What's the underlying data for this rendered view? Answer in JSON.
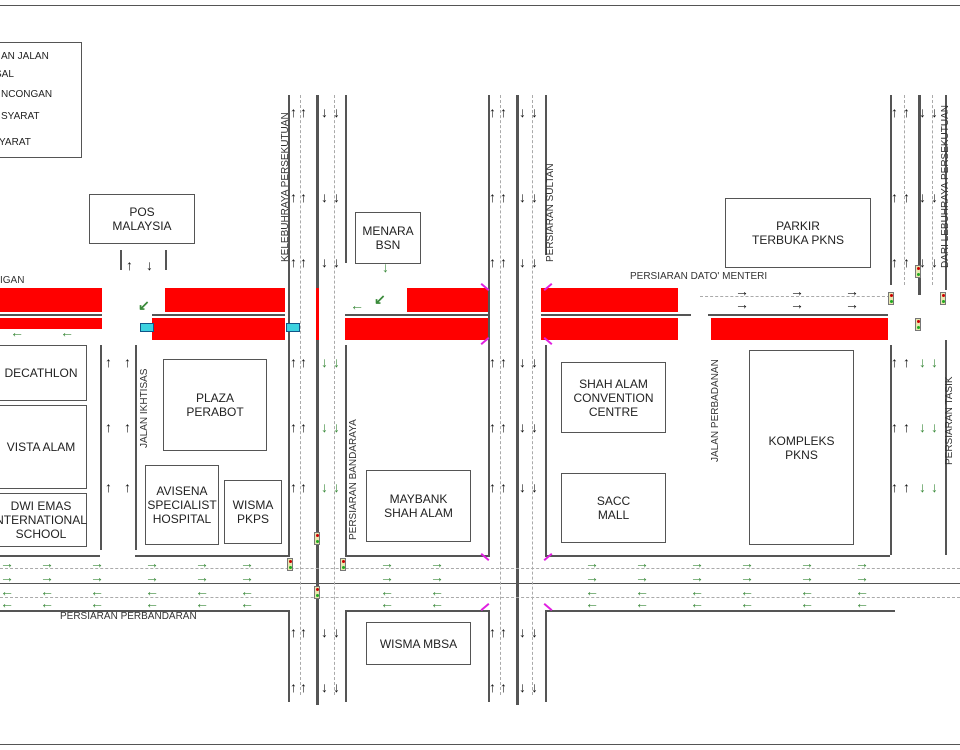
{
  "legend": {
    "items": [
      "AN JALAN",
      "SAL",
      "NCONGAN",
      "SYARAT",
      "YARAT"
    ]
  },
  "roads": {
    "top_left": "IGAN",
    "kelebuhraya": "KELEBUHRAYA PERSEKUTUAN",
    "sultan": "PERSIARAN SULTAN",
    "dato_menteri": "PERSIARAN DATO' MENTERI",
    "dari_lebuhraya": "DARI LEBUHRAYA PERSEKUTUAN",
    "ikhtisas": "JALAN IKHTISAS",
    "bandaraya": "PERSIARAN BANDARAYA",
    "perbadanan_jalan": "JALAN PERBADANAN",
    "tasik": "PERSIARAN TASIK",
    "perbandaran": "PERSIARAN PERBANDARAN"
  },
  "buildings": {
    "pos": "POS\nMALAYSIA",
    "bsn": "MENARA\nBSN",
    "parkir": "PARKIR\nTERBUKA PKNS",
    "decathlon": "DECATHLON",
    "vista": "VISTA ALAM",
    "dwi": "DWI EMAS\nNTERNATIONAL\nSCHOOL",
    "plaza": "PLAZA\nPERABOT",
    "avisena": "AVISENA\nSPECIALIST\nHOSPITAL",
    "wisma_pkps": "WISMA\nPKPS",
    "maybank": "MAYBANK\nSHAH ALAM",
    "sacc": "SHAH ALAM\nCONVENTION\nCENTRE",
    "sacc_mall": "SACC\nMALL",
    "kompleks": "KOMPLEKS\nPKNS",
    "wisma_mbsa": "WISMA MBSA"
  },
  "colors": {
    "closure": "#ff0000",
    "diversion": "#3a8a3a",
    "normal": "#111111",
    "barrier": "#3cd2e0"
  }
}
